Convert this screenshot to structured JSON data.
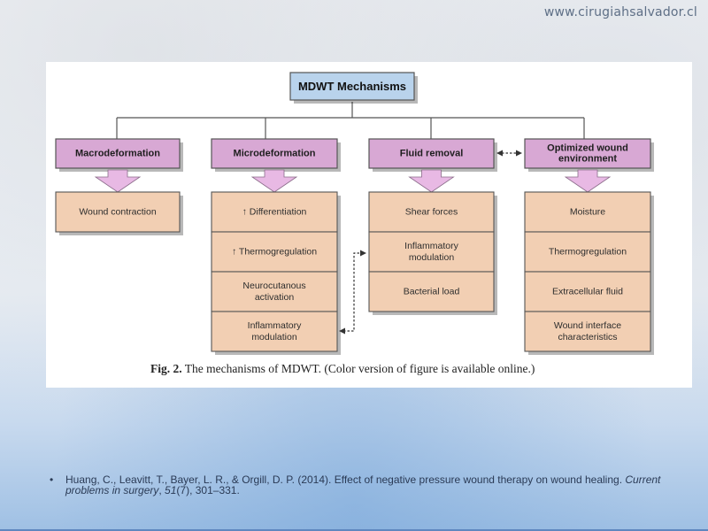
{
  "header": {
    "site_url": "www.cirugiahsalvador.cl"
  },
  "diagram": {
    "title": "MDWT Mechanisms",
    "columns": [
      {
        "header": [
          "Macrodeformation"
        ],
        "items": [
          [
            "Wound contraction"
          ]
        ]
      },
      {
        "header": [
          "Microdeformation"
        ],
        "items": [
          [
            "↑ Differentiation"
          ],
          [
            "↑ Thermogregulation"
          ],
          [
            "Neurocutanous",
            "activation"
          ],
          [
            "Inflammatory",
            "modulation"
          ]
        ]
      },
      {
        "header": [
          "Fluid removal"
        ],
        "items": [
          [
            "Shear forces"
          ],
          [
            "Inflammatory",
            "modulation"
          ],
          [
            "Bacterial load"
          ]
        ]
      },
      {
        "header": [
          "Optimized wound",
          "environment"
        ],
        "items": [
          [
            "Moisture"
          ],
          [
            "Thermogregulation"
          ],
          [
            "Extracellular fluid"
          ],
          [
            "Wound interface",
            "characteristics"
          ]
        ]
      }
    ],
    "colors": {
      "title_fill": "#b9d3ec",
      "header_fill": "#d8a8d4",
      "item_fill": "#f2cfb3",
      "arrow_fill": "#e8b9e4",
      "border": "#555555"
    }
  },
  "caption": {
    "label": "Fig. 2.",
    "text": " The mechanisms of MDWT. (Color version of figure is available online.)"
  },
  "reference": {
    "bullet": "•",
    "authors": "Huang, C., Leavitt, T., Bayer, L. R., & Orgill, D. P. (2014). Effect of negative pressure wound therapy on wound healing.",
    "journal": "Current problems in surgery",
    "volume": "51",
    "issue": "(7)",
    "pages": ", 301–331."
  }
}
